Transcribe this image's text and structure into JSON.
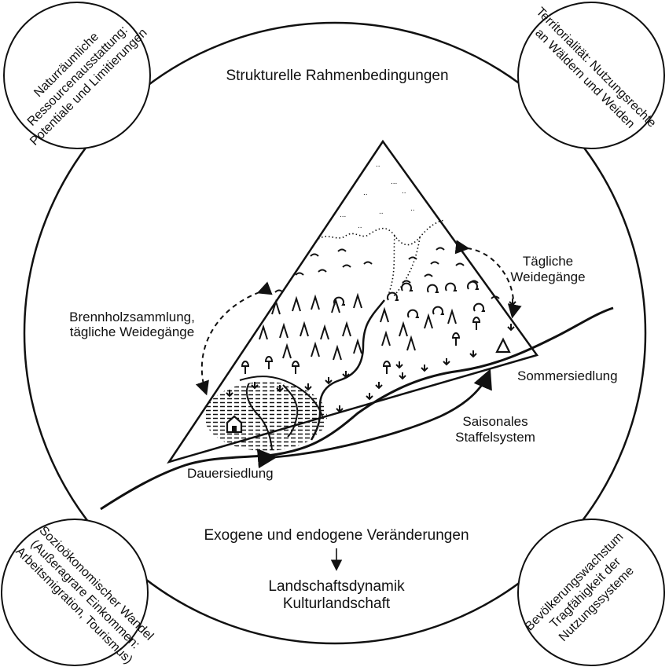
{
  "top_label": "Strukturelle Rahmenbedingungen",
  "corners": {
    "top_left": [
      "Naturräumliche",
      "Ressourcenausstattung:",
      "Potentiale und Limitierungen"
    ],
    "top_right": [
      "Territorialität: Nutzungsrechte",
      "an Wäldern und Weiden"
    ],
    "bottom_left": [
      "Sozioökonomischer Wandel",
      "(Außeragrare Einkommen:",
      "Arbeitsmigration, Tourismus)"
    ],
    "bottom_right": [
      "Bevölkerungswachstum",
      "Tragfähigkeit der",
      "Nutzungssysteme"
    ]
  },
  "labels": {
    "daily_grazing": [
      "Tägliche",
      "Weidegänge"
    ],
    "firewood": [
      "Brennholzsammlung,",
      "tägliche Weidegänge"
    ],
    "summer_settlement": "Sommersiedlung",
    "seasonal_system": [
      "Saisonales",
      "Staffelsystem"
    ],
    "permanent_settlement": "Dauersiedlung"
  },
  "bottom": {
    "changes": "Exogene und endogene Veränderungen",
    "result": [
      "Landschaftsdynamik",
      "Kulturlandschaft"
    ]
  }
}
